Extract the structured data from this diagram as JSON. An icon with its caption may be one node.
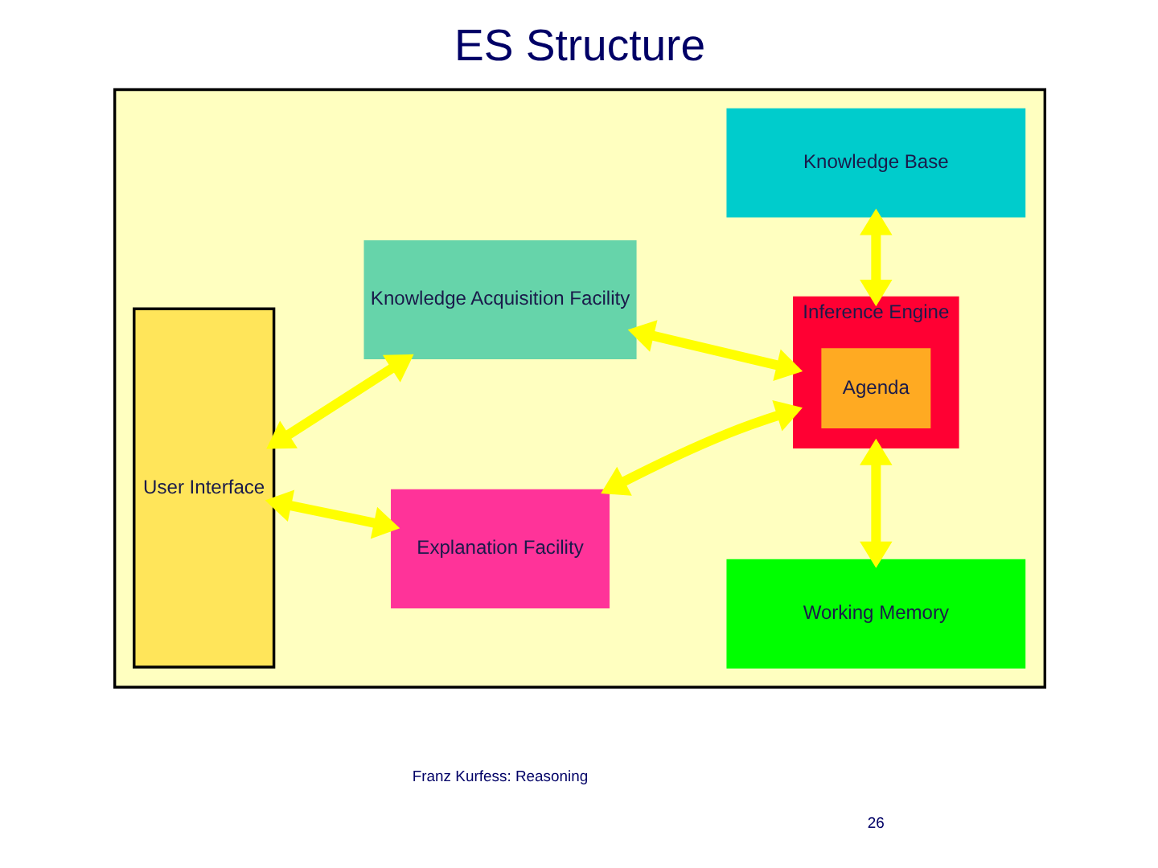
{
  "diagram": {
    "title": "ES Structure",
    "nodes": [
      {
        "text": [],
        "shape": "box"
      },
      {
        "text": [
          "User Interface"
        ],
        "in": 0
      },
      {
        "text": [
          "Knowledge Acquisition Facility"
        ],
        "in": 0
      },
      {
        "text": [
          "Explanation Facility"
        ],
        "in": 0
      },
      {
        "text": [
          "Knowledge Base"
        ],
        "in": 0
      },
      {
        "text": [
          "Inference Engine"
        ],
        "in": 0
      },
      {
        "text": [
          "Agenda"
        ],
        "in": 5
      },
      {
        "text": [
          "Working Memory"
        ],
        "in": 0
      }
    ],
    "edges": [
      {
        "from": 1,
        "to": 2,
        "arrow": "both"
      },
      {
        "from": 1,
        "to": 3,
        "arrow": "both"
      },
      {
        "from": 2,
        "to": 5,
        "arrow": "both"
      },
      {
        "from": 3,
        "to": 5,
        "arrow": "both"
      },
      {
        "from": 4,
        "to": 5,
        "arrow": "both"
      },
      {
        "from": 5,
        "to": 7,
        "arrow": "both"
      }
    ],
    "labels": [
      "Franz Kurfess: Reasoning",
      "26"
    ]
  }
}
